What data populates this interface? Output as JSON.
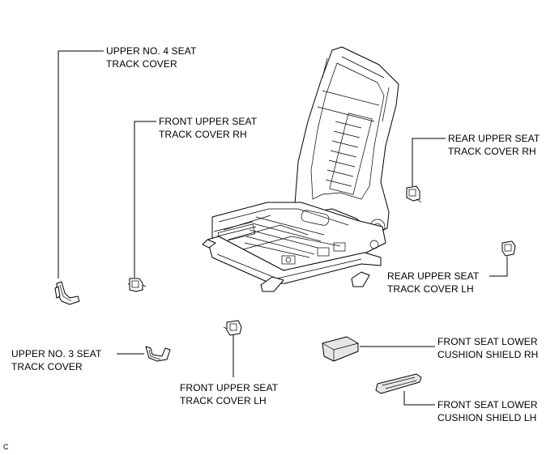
{
  "labels": {
    "upper_no4": {
      "line1": "UPPER NO. 4 SEAT",
      "line2": "TRACK COVER"
    },
    "front_upper_rh": {
      "line1": "FRONT UPPER SEAT",
      "line2": "TRACK COVER RH"
    },
    "rear_upper_rh": {
      "line1": "REAR UPPER SEAT",
      "line2": "TRACK COVER RH"
    },
    "rear_upper_lh": {
      "line1": "REAR UPPER SEAT",
      "line2": "TRACK COVER LH"
    },
    "upper_no3": {
      "line1": "UPPER NO. 3 SEAT",
      "line2": "TRACK COVER"
    },
    "front_upper_lh": {
      "line1": "FRONT UPPER SEAT",
      "line2": "TRACK COVER LH"
    },
    "front_lower_rh": {
      "line1": "FRONT SEAT LOWER",
      "line2": "CUSHION SHIELD RH"
    },
    "front_lower_lh": {
      "line1": "FRONT SEAT LOWER",
      "line2": "CUSHION SHIELD LH"
    }
  },
  "figure_code": "C",
  "colors": {
    "line": "#000000",
    "background": "#ffffff",
    "shade": "#e6e6e6"
  }
}
